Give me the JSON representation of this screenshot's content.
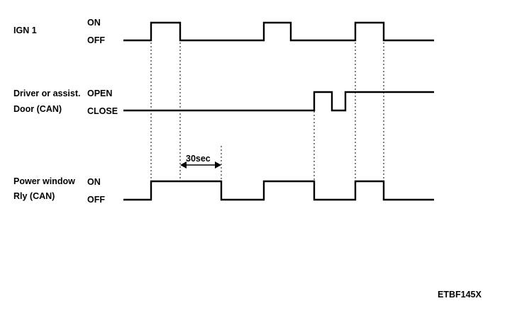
{
  "signals": {
    "ign": {
      "name": "IGN 1",
      "name2": "",
      "high_label": "ON",
      "low_label": "OFF"
    },
    "door": {
      "name": "Driver or assist.",
      "name2": "Door (CAN)",
      "high_label": "OPEN",
      "low_label": "CLOSE"
    },
    "relay": {
      "name": "Power window",
      "name2": "Rly (CAN)",
      "high_label": "ON",
      "low_label": "OFF"
    }
  },
  "delay_annotation": "30sec",
  "figure_code": "ETBF145X"
}
